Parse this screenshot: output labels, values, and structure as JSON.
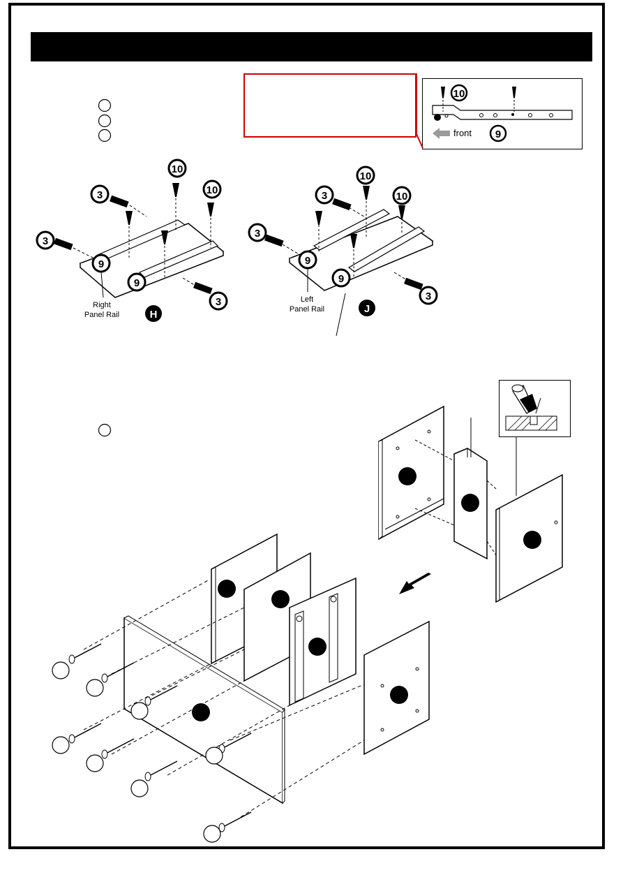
{
  "labels": {
    "right_panel_rail_line1": "Right",
    "right_panel_rail_line2": "Panel Rail",
    "left_panel_rail_line1": "Left",
    "left_panel_rail_line2": "Panel Rail",
    "front": "front"
  },
  "part_numbers": {
    "screw": "3",
    "rail": "9",
    "small_screw": "10",
    "panel_h": "H",
    "panel_j": "J"
  },
  "colors": {
    "frame": "#000000",
    "callout_border": "#d00000",
    "arrow_gray": "#9a9a9a"
  }
}
